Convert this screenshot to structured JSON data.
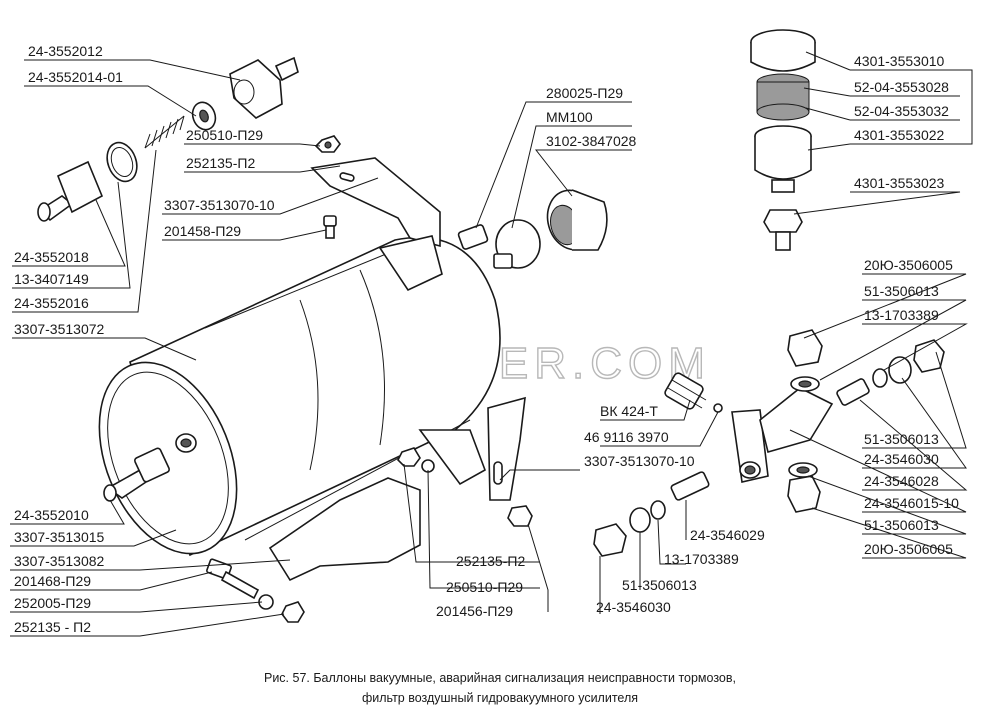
{
  "watermark": "SPECSERVER.COM",
  "caption": {
    "line1": "Рис. 57. Баллоны вакуумные, аварийная сигнализация неисправности тормозов,",
    "line2": "фильтр воздушный гидровакуумного усилителя"
  },
  "labels": [
    "24-3552012",
    "24-3552014-01",
    "280025-П29",
    "ММ100",
    "3102-3847028",
    "250510-П29",
    "252135-П2",
    "3307-3513070-10",
    "201458-П29",
    "24-3552018",
    "13-3407149",
    "24-3552016",
    "3307-3513072",
    "4301-3553010",
    "52-04-3553028",
    "52-04-3553032",
    "4301-3553022",
    "4301-3553023",
    "20Ю-3506005",
    "51-3506013",
    "13-1703389",
    "ВК 424-Т",
    "46 9116 3970",
    "51-3506013",
    "24-3546030",
    "24-3546028",
    "24-3546015-10",
    "51-3506013",
    "3307-3513070-10",
    "24-3546029",
    "13-1703389",
    "20Ю-3506005",
    "24-3552010",
    "3307-3513015",
    "3307-3513082",
    "252135-П2",
    "201468-П29",
    "250510-П29",
    "252005-П29",
    "201456-П29",
    "252135 - П2",
    "51-3506013",
    "24-3546030"
  ]
}
